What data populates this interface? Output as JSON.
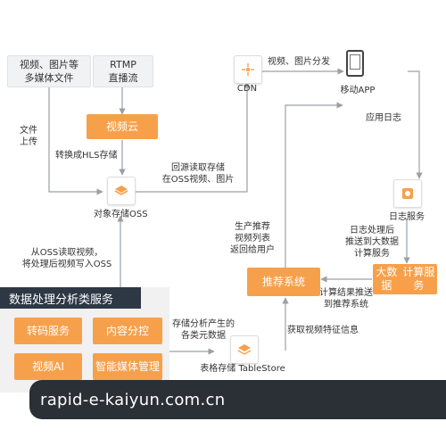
{
  "nodes": {
    "media_files": "视频、图片等\n多媒体文件",
    "rtmp": "RTMP\n直播流",
    "video_cloud": "视频云",
    "oss": "对象存储OSS",
    "cdn": "CDN",
    "mobile_app": "移动APP",
    "log_service": "日志服务",
    "bigdata": "大数据\n计算服务",
    "recommend": "推荐系统",
    "tablestore": "表格存储 TableStore"
  },
  "edges": {
    "upload": "文件\n上传",
    "to_hls": "转换成HLS存储",
    "origin_read": "回源读取存储\n在OSS视频、图片",
    "distribute": "视频、图片分发",
    "app_log": "应用日志",
    "log_process": "日志处理后\n推送到大数据\n计算服务",
    "compute_push": "计算结果推送\n到推荐系统",
    "gen_recommend": "生产推荐\n视频列表\n返回给用户",
    "read_oss": "从OSS读取视频，\n将处理后视频写入OSS",
    "store_meta": "存储分析产生的\n各类元数据",
    "fetch_features": "获取视频特征信息"
  },
  "panel": {
    "title": "数据处理分析类服务",
    "items": [
      "转码服务",
      "内容分控",
      "视频AI",
      "智能媒体管理"
    ]
  },
  "watermark": "rapid-e-kaiyun.com.cn",
  "colors": {
    "orange": "#f7a04b",
    "dark": "#2e3845",
    "line": "#9aa0a8"
  }
}
